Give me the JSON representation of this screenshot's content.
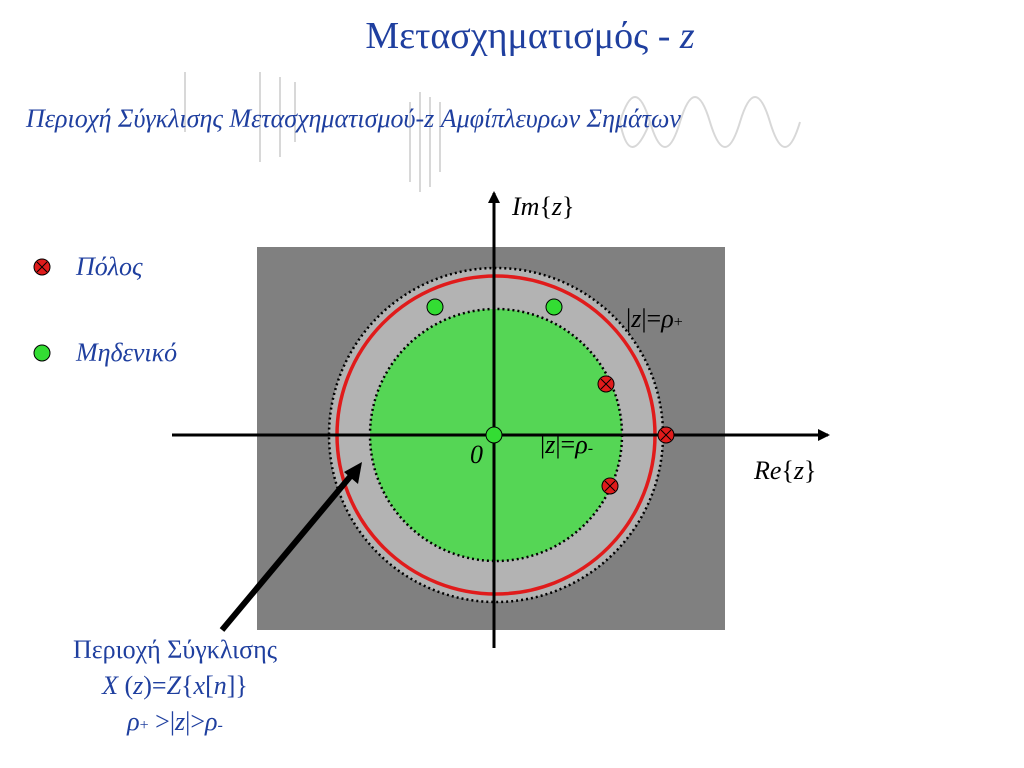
{
  "title": {
    "main": "Μετασχηματισμός - ",
    "var": "z"
  },
  "subtitle": "Περιοχή Σύγκλισης Μετασχηματισμού-z Αμφίπλευρων Σημάτων",
  "legend": [
    {
      "label": "Πόλος",
      "icon": "pole-icon",
      "color": "#e02020"
    },
    {
      "label": "Μηδενικό",
      "icon": "zero-icon",
      "color": "#33dd33"
    }
  ],
  "axes": {
    "y_label": {
      "a": "Im",
      "b": "{",
      "c": "z",
      "d": "}"
    },
    "x_label": {
      "a": "Re",
      "b": "{",
      "c": "z",
      "d": "}"
    },
    "origin": "0"
  },
  "radius_labels": {
    "outer": {
      "bar1": "|",
      "z": "z",
      "bar2": "|=",
      "rho": "ρ",
      "sub": "+"
    },
    "inner": {
      "bar1": "|",
      "z": "z",
      "bar2": "|=",
      "rho": "ρ",
      "sub": "-"
    }
  },
  "caption": {
    "line1": "Περιοχή Σύγκλισης",
    "line2": {
      "X": "X",
      "p1": " (",
      "z": "z",
      "p2": ")=",
      "Z": "Z",
      "b1": "{",
      "x": "x",
      "b2": "[",
      "n": "n",
      "b3": "]}"
    },
    "line3": {
      "rho1": "ρ",
      "sub1": "+",
      "gt1": " >|",
      "z": "z",
      "gt2": "|>",
      "rho2": "ρ",
      "sub2": "-"
    }
  },
  "colors": {
    "text_blue": "#1f3f9f",
    "outer_region": "#808080",
    "roc_ring": "#b3b3b3",
    "inner_region": "#55d655",
    "pole_circle": "#e01b1b",
    "zero": "#33dd33"
  }
}
